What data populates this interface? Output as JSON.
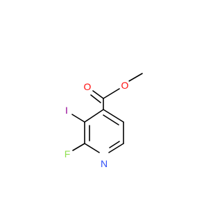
{
  "molecule": {
    "labels": {
      "oxygen_carbonyl": "O",
      "oxygen_ester": "O",
      "iodine": "I",
      "fluorine": "F",
      "nitrogen": "N"
    },
    "colors": {
      "bond": "#000000",
      "oxygen": "#ff0d0d",
      "iodine": "#940094",
      "fluorine": "#90e050",
      "nitrogen": "#3050f8"
    }
  }
}
